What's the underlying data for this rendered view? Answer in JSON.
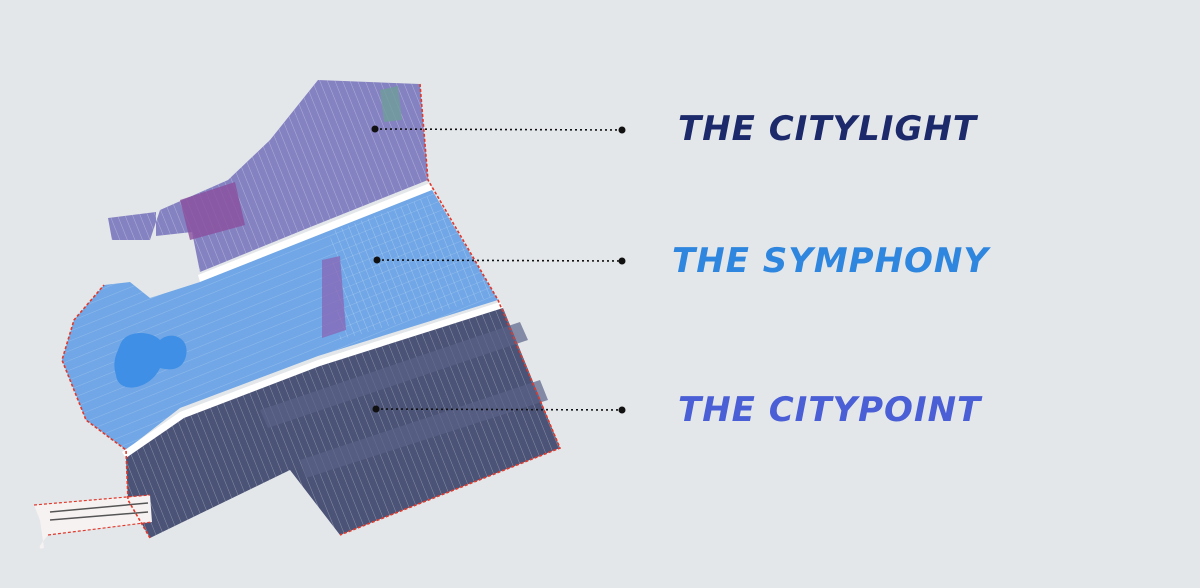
{
  "zones": [
    {
      "id": "citylight",
      "label": "THE CITYLIGHT",
      "color": "#1c2a6b"
    },
    {
      "id": "symphony",
      "label": "THE SYMPHONY",
      "color": "#2f86de"
    },
    {
      "id": "citypoint",
      "label": "THE CITYPOINT",
      "color": "#4a5ed6"
    }
  ],
  "palette": {
    "background": "#e4e7ea",
    "citylight_fill": "#7f7cc0",
    "symphony_fill": "#6aa3e6",
    "citypoint_fill": "#454d72",
    "boundary": "#e0392b",
    "lake": "#3f8fe6",
    "divider": "#ffffff"
  },
  "icons": [
    "leader-dot-icon",
    "boundary-line-icon",
    "lake-icon"
  ]
}
